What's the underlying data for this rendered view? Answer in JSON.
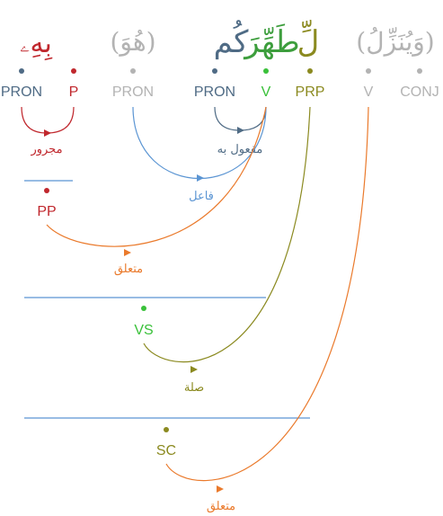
{
  "colors": {
    "gray": "#b3b3b3",
    "slate": "#4f6b85",
    "red": "#c0272d",
    "green": "#3ac13a",
    "olive": "#8b8a20",
    "blue": "#5b95d3",
    "orange": "#ea7a2c",
    "greenDark": "#3d9e3d"
  },
  "words": [
    {
      "text": "بِهِۦ",
      "color": "red"
    },
    {
      "text": "(هُوَ)",
      "color": "gray"
    },
    {
      "text": "كُم",
      "color": "slate"
    },
    {
      "text": "طَهِّرَ",
      "color": "greenDark"
    },
    {
      "text": "لِّ",
      "color": "olive"
    },
    {
      "text": "(وَيُنَزِّلُ)",
      "color": "gray"
    }
  ],
  "tags": [
    {
      "label": "PRON",
      "color": "slate"
    },
    {
      "label": "P",
      "color": "red"
    },
    {
      "label": "PRON",
      "color": "gray"
    },
    {
      "label": "PRON",
      "color": "slate"
    },
    {
      "label": "V",
      "color": "green"
    },
    {
      "label": "PRP",
      "color": "olive"
    },
    {
      "label": "V",
      "color": "gray"
    },
    {
      "label": "CONJ",
      "color": "gray"
    }
  ],
  "phrases": [
    {
      "label": "PP",
      "color": "red"
    },
    {
      "label": "VS",
      "color": "green"
    },
    {
      "label": "SC",
      "color": "olive"
    }
  ],
  "relations": [
    {
      "label": "مجرور",
      "color": "red"
    },
    {
      "label": "مفعول به",
      "color": "slate"
    },
    {
      "label": "فاعل",
      "color": "blue"
    },
    {
      "label": "متعلق",
      "color": "orange"
    },
    {
      "label": "صلة",
      "color": "olive"
    },
    {
      "label": "متعلق",
      "color": "orange"
    }
  ]
}
